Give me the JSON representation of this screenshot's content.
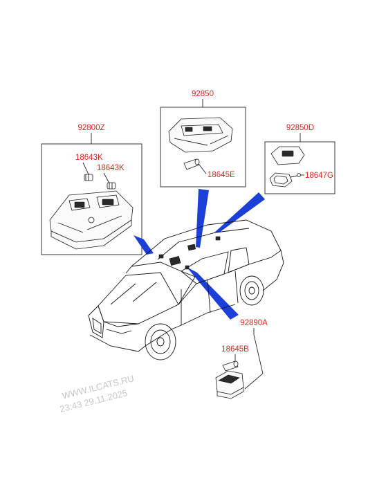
{
  "diagram": {
    "part_numbers": {
      "front_lamp_assy": "92800Z",
      "front_bulb_a": "18643K",
      "front_bulb_b": "18643K",
      "center_lamp_assy": "92850",
      "center_bulb": "18645E",
      "rear_lamp_assy": "92850D",
      "rear_bulb": "18647G",
      "trunk_lamp_assy": "92890A",
      "trunk_bulb": "18645B"
    },
    "watermark": {
      "line1": "WWW.ILCATS.RU",
      "line2": "23:43 29.11.2025"
    },
    "colors": {
      "part_number": "#d42a1f",
      "callout_band": "#1c3fd8",
      "watermark": "#c6c6c6"
    }
  }
}
